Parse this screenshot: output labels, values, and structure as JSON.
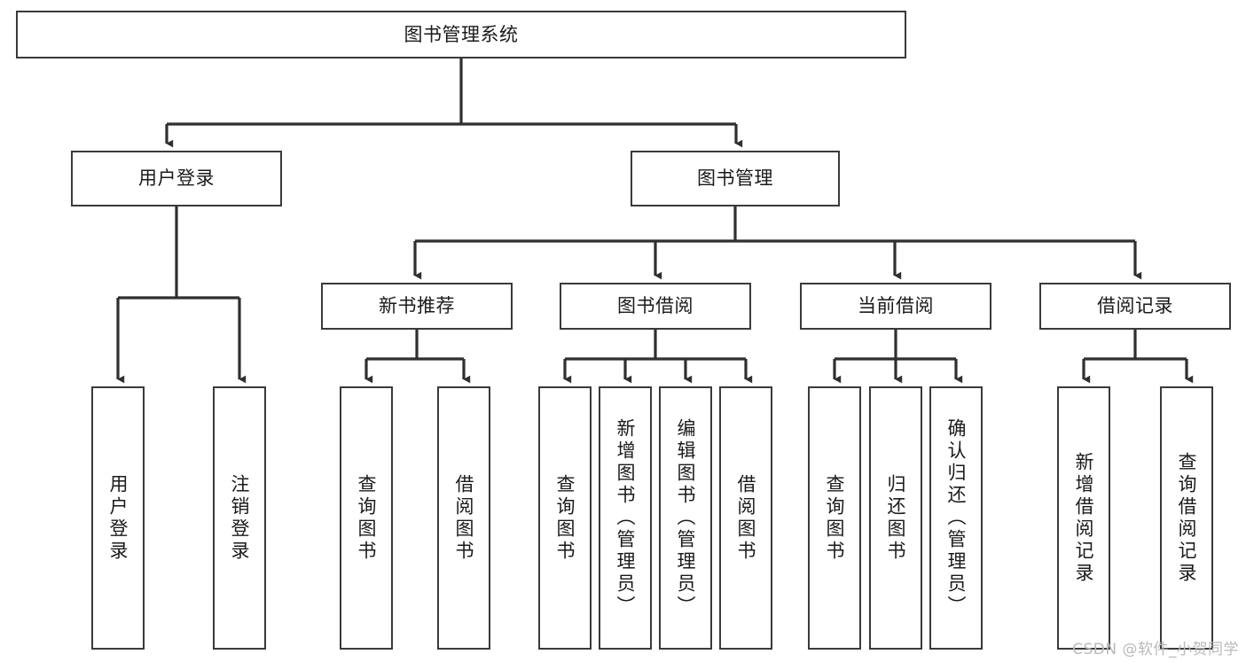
{
  "diagram": {
    "type": "tree-hierarchy",
    "title": "图书管理系统",
    "watermark": "CSDN @软件_小贺同学",
    "colors": {
      "box_border": "#3a3a3a",
      "box_fill": "#ffffff",
      "connector": "#2f2f2f",
      "text": "#1a1a1a",
      "watermark": "#b9b9b9",
      "background": "#ffffff"
    },
    "nodes": {
      "root": {
        "label": "图书管理系统"
      },
      "level2": [
        {
          "id": "user-login",
          "label": "用户登录"
        },
        {
          "id": "book-management",
          "label": "图书管理"
        }
      ],
      "level3": [
        {
          "id": "new-book-recommend",
          "label": "新书推荐"
        },
        {
          "id": "book-borrow",
          "label": "图书借阅"
        },
        {
          "id": "current-borrow",
          "label": "当前借阅"
        },
        {
          "id": "borrow-record",
          "label": "借阅记录"
        }
      ],
      "leaves": {
        "user_login": [
          {
            "id": "leaf-user-login",
            "label": "用户登录"
          },
          {
            "id": "leaf-logout-login",
            "label": "注销登录"
          }
        ],
        "new_book_recommend": [
          {
            "id": "leaf-query-book-1",
            "label": "查询图书"
          },
          {
            "id": "leaf-borrow-book-1",
            "label": "借阅图书"
          }
        ],
        "book_borrow": [
          {
            "id": "leaf-query-book-2",
            "label": "查询图书"
          },
          {
            "id": "leaf-add-book",
            "label": "新增图书（管理员）"
          },
          {
            "id": "leaf-edit-book",
            "label": "编辑图书（管理员）"
          },
          {
            "id": "leaf-borrow-book-2",
            "label": "借阅图书"
          }
        ],
        "current_borrow": [
          {
            "id": "leaf-query-book-3",
            "label": "查询图书"
          },
          {
            "id": "leaf-return-book",
            "label": "归还图书"
          },
          {
            "id": "leaf-confirm-return",
            "label": "确认归还（管理员）"
          }
        ],
        "borrow_record": [
          {
            "id": "leaf-add-record",
            "label": "新增借阅记录"
          },
          {
            "id": "leaf-query-record",
            "label": "查询借阅记录"
          }
        ]
      }
    }
  }
}
